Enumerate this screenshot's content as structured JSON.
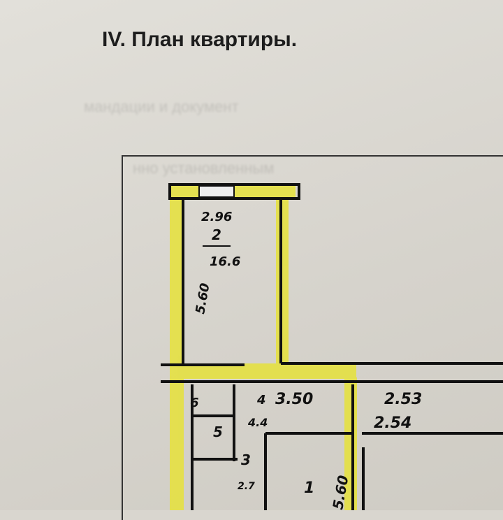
{
  "title": "IV. План квартиры.",
  "plan": {
    "room2": {
      "width": "2.96",
      "number": "2",
      "area": "16.6",
      "length": "5.60"
    },
    "corridor": {
      "number": "4",
      "length": "3.50",
      "area": "4.4"
    },
    "bath": {
      "number": "6"
    },
    "wc": {
      "number": "5"
    },
    "kitchen": {
      "number": "3",
      "area": "2.7"
    },
    "room1": {
      "number": "1",
      "length": "5.60"
    },
    "right_dims": [
      "2.53",
      "2.54"
    ]
  },
  "colors": {
    "highlight": "#e6e23a",
    "ink": "#111111"
  }
}
